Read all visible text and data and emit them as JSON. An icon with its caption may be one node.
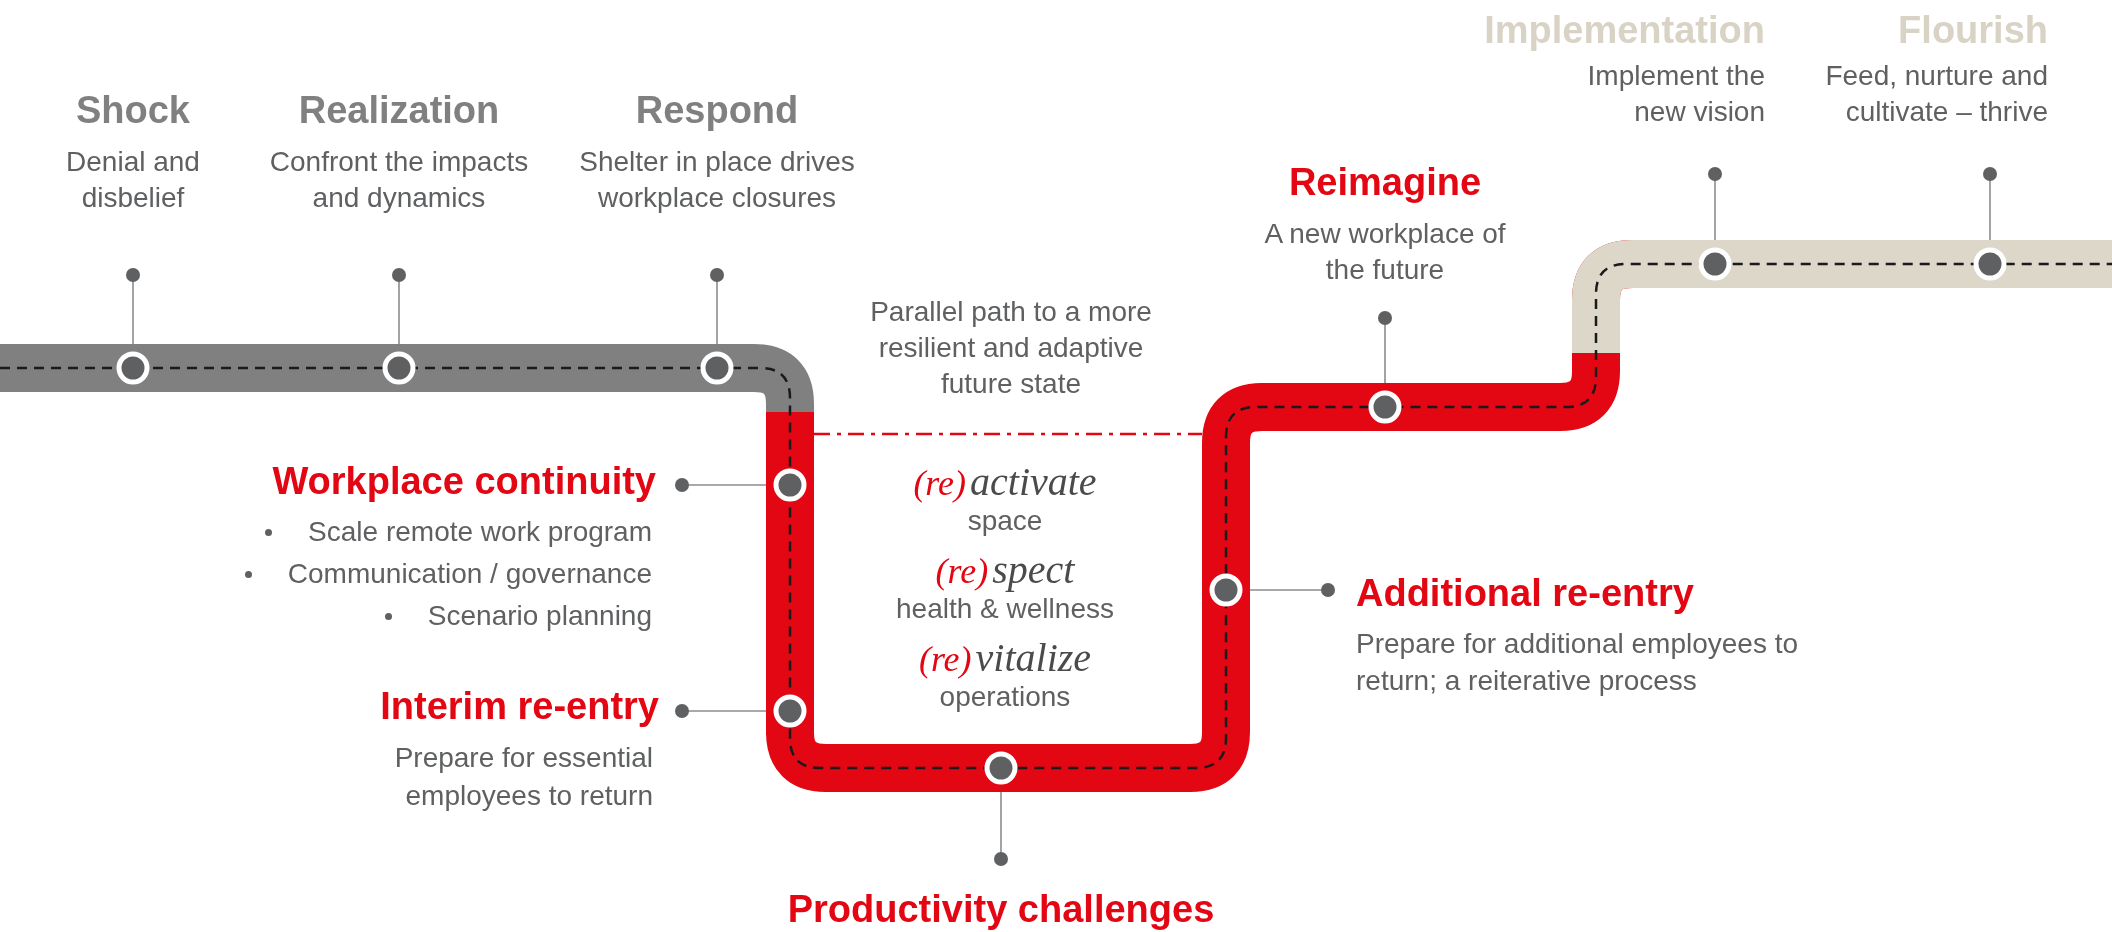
{
  "diagram": {
    "nodes": [
      {
        "text": [
          "Shock",
          "Denial and disbelief"
        ]
      },
      {
        "text": [
          "Realization",
          "Confront the impacts and dynamics"
        ]
      },
      {
        "text": [
          "Respond",
          "Shelter in place drives workplace closures"
        ]
      },
      {
        "text": [
          "Implementation",
          "Implement the new vision"
        ]
      },
      {
        "text": [
          "Flourish",
          "Feed, nurture and cultivate – thrive"
        ]
      },
      {
        "text": [
          "Reimagine",
          "A new workplace of the future"
        ]
      },
      {
        "text": [
          "Workplace continuity",
          "Scale remote work program",
          "Communication / governance",
          "Scenario planning"
        ]
      },
      {
        "text": [
          "Additional re-entry",
          "Prepare for additional employees to return; a reiterative process"
        ]
      },
      {
        "text": [
          "Interim re-entry",
          "Prepare for essential employees to return"
        ]
      },
      {
        "text": [
          "Productivity challenges"
        ]
      },
      {
        "text": [],
        "shape": "circle"
      },
      {
        "text": [],
        "shape": "circle"
      },
      {
        "text": [],
        "shape": "circle"
      },
      {
        "text": [],
        "shape": "circle"
      },
      {
        "text": [],
        "shape": "circle"
      },
      {
        "text": [],
        "shape": "circle"
      },
      {
        "text": [],
        "shape": "circle"
      },
      {
        "text": [],
        "shape": "circle"
      },
      {
        "text": [],
        "shape": "circle"
      },
      {
        "text": [],
        "shape": "circle"
      }
    ],
    "edges": [
      {
        "from": 0,
        "to": 10,
        "arrow": "other"
      },
      {
        "from": 1,
        "to": 11,
        "arrow": "other"
      },
      {
        "from": 2,
        "to": 12,
        "arrow": "other"
      },
      {
        "from": 3,
        "to": 18,
        "arrow": "other"
      },
      {
        "from": 4,
        "to": 19,
        "arrow": "other"
      },
      {
        "from": 5,
        "to": 17,
        "arrow": "other"
      },
      {
        "from": 6,
        "to": 13,
        "arrow": "other"
      },
      {
        "from": 7,
        "to": 16,
        "arrow": "other"
      },
      {
        "from": 8,
        "to": 14,
        "arrow": "other"
      },
      {
        "from": 9,
        "to": 15,
        "arrow": "other"
      },
      {
        "from": 10,
        "to": 11,
        "arrow": "none",
        "style": "thick",
        "color": "#808080"
      },
      {
        "from": 11,
        "to": 12,
        "arrow": "none",
        "style": "thick",
        "color": "#808080"
      },
      {
        "from": 12,
        "to": 13,
        "arrow": "none",
        "style": "thick",
        "color": "#808080"
      },
      {
        "from": 13,
        "to": 14,
        "arrow": "none",
        "style": "thick",
        "color": "#e30613"
      },
      {
        "from": 14,
        "to": 15,
        "arrow": "none",
        "style": "thick",
        "color": "#e30613"
      },
      {
        "from": 15,
        "to": 16,
        "arrow": "none",
        "style": "thick",
        "color": "#e30613"
      },
      {
        "from": 16,
        "to": 17,
        "arrow": "none",
        "style": "thick",
        "color": "#e30613"
      },
      {
        "from": 17,
        "to": 18,
        "arrow": "none",
        "style": "thick",
        "color": "#e30613"
      },
      {
        "from": 18,
        "to": 19,
        "arrow": "none",
        "style": "thick",
        "color": "#ddd7c9"
      }
    ],
    "labels": [
      "Parallel path to a more resilient and adaptive future state",
      "(re)",
      "activate",
      "space",
      "(re)",
      "spect",
      "health & wellness",
      "(re)",
      "vitalize",
      "operations"
    ]
  }
}
